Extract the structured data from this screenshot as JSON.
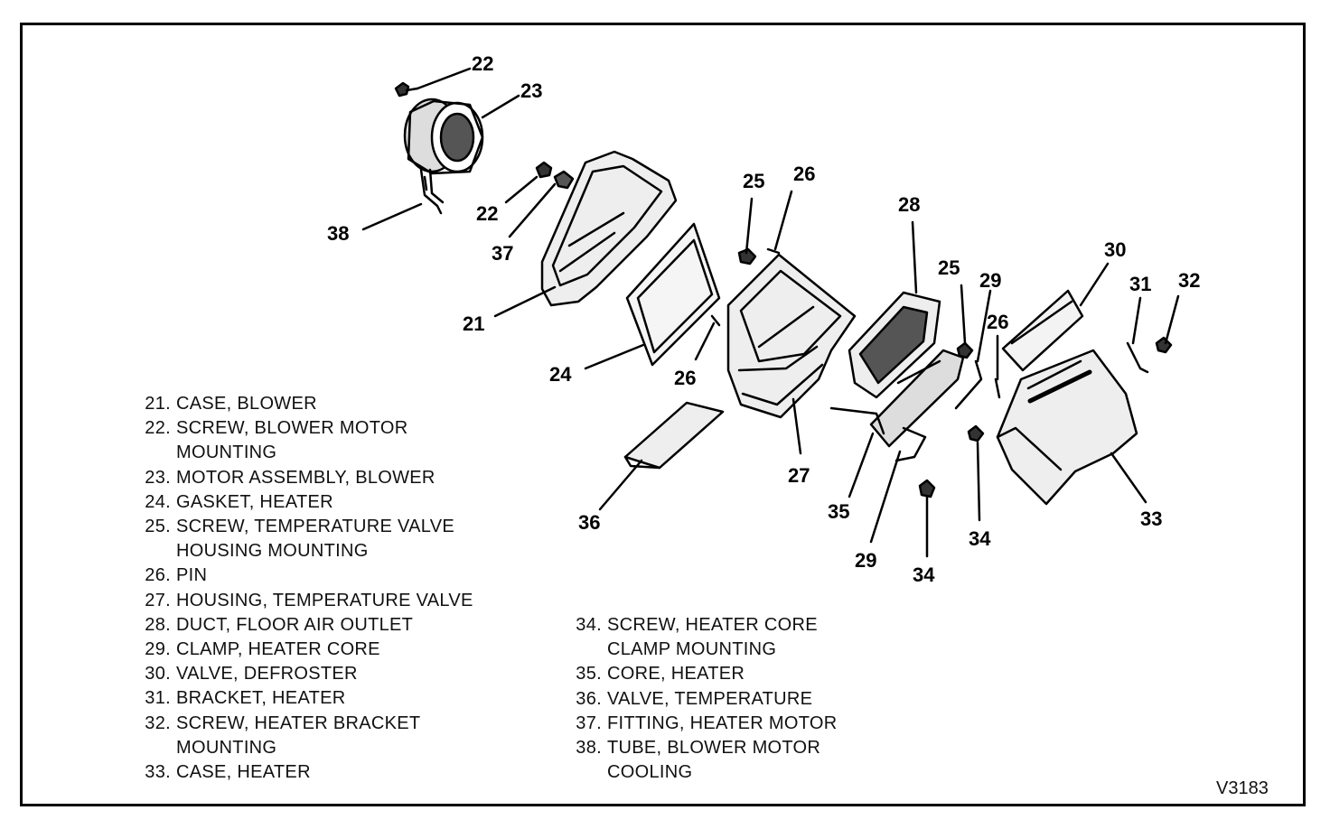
{
  "callouts": {
    "c22a": "22",
    "c23": "23",
    "c22b": "22",
    "c37": "37",
    "c38": "38",
    "c21": "21",
    "c25a": "25",
    "c26a": "26",
    "c28": "28",
    "c25b": "25",
    "c29a": "29",
    "c30": "30",
    "c31": "31",
    "c32": "32",
    "c26b": "26",
    "c24": "24",
    "c26c": "26",
    "c27": "27",
    "c36": "36",
    "c35": "35",
    "c29b": "29",
    "c34a": "34",
    "c34b": "34",
    "c33": "33"
  },
  "legend_left": [
    {
      "num": "21.",
      "text": "CASE, BLOWER"
    },
    {
      "num": "22.",
      "text": "SCREW, BLOWER MOTOR"
    },
    {
      "num": "",
      "text": "MOUNTING"
    },
    {
      "num": "23.",
      "text": "MOTOR ASSEMBLY, BLOWER"
    },
    {
      "num": "24.",
      "text": "GASKET, HEATER"
    },
    {
      "num": "25.",
      "text": "SCREW, TEMPERATURE VALVE"
    },
    {
      "num": "",
      "text": "HOUSING MOUNTING"
    },
    {
      "num": "26.",
      "text": "PIN"
    },
    {
      "num": "27.",
      "text": "HOUSING, TEMPERATURE VALVE"
    },
    {
      "num": "28.",
      "text": "DUCT, FLOOR AIR OUTLET"
    },
    {
      "num": "29.",
      "text": "CLAMP, HEATER CORE"
    },
    {
      "num": "30.",
      "text": "VALVE,  DEFROSTER"
    },
    {
      "num": "31.",
      "text": "BRACKET, HEATER"
    },
    {
      "num": "32.",
      "text": "SCREW, HEATER BRACKET"
    },
    {
      "num": "",
      "text": "MOUNTING"
    },
    {
      "num": "33.",
      "text": "CASE, HEATER"
    }
  ],
  "legend_right": [
    {
      "num": "34.",
      "text": "SCREW, HEATER CORE"
    },
    {
      "num": "",
      "text": "CLAMP MOUNTING"
    },
    {
      "num": "35.",
      "text": "CORE, HEATER"
    },
    {
      "num": "36.",
      "text": "VALVE, TEMPERATURE"
    },
    {
      "num": "37.",
      "text": "FITTING, HEATER MOTOR"
    },
    {
      "num": "38.",
      "text": "TUBE, BLOWER MOTOR"
    },
    {
      "num": "",
      "text": "COOLING"
    }
  ],
  "figure_code": "V3183"
}
